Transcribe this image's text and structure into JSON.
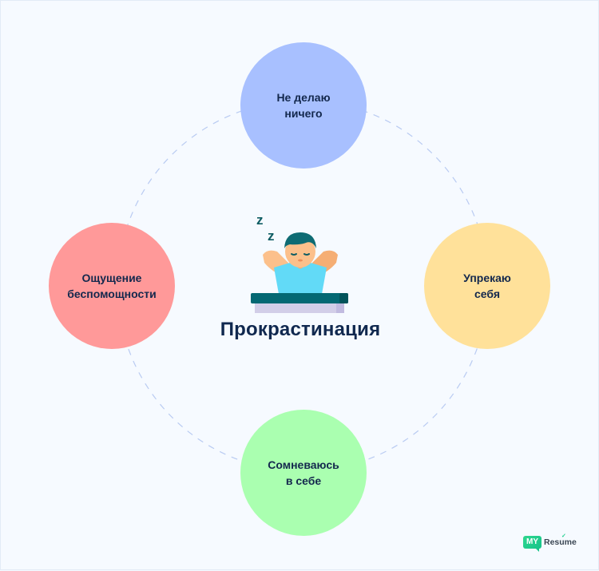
{
  "diagram": {
    "title": "Прокрастинация",
    "center_icon": "sleeping-person-at-desk-icon",
    "nodes": [
      {
        "id": "top",
        "label": "Не делаю\nничего",
        "color": "#a8c0ff"
      },
      {
        "id": "right",
        "label": "Упрекаю\nсебя",
        "color": "#ffe19a"
      },
      {
        "id": "bottom",
        "label": "Сомневаюсь\nв себе",
        "color": "#aaffb0"
      },
      {
        "id": "left",
        "label": "Ощущение\nбеспомощности",
        "color": "#ff9999"
      }
    ],
    "ring": {
      "style": "dashed",
      "color": "#b9cbf2"
    }
  },
  "brand": {
    "badge": "MY",
    "name": "Resume",
    "accent": "#1fcf8f"
  },
  "colors": {
    "background": "#f6faff",
    "text": "#13284d"
  }
}
